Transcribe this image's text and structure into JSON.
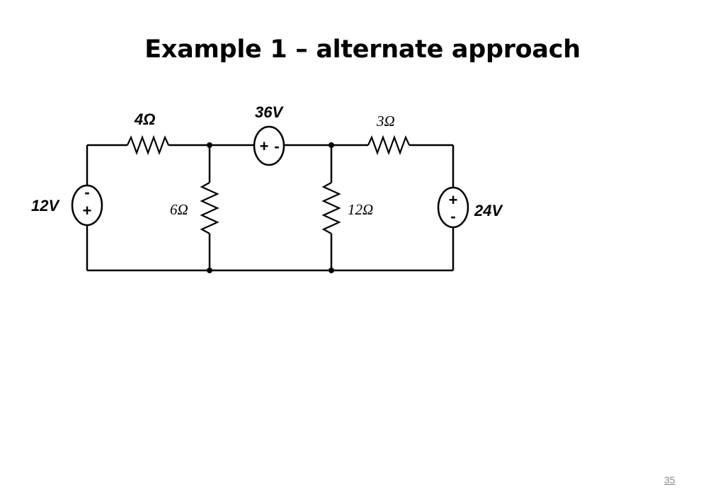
{
  "title": "Example 1 – alternate approach",
  "page_number": "35",
  "diagram": {
    "type": "circuit",
    "components": {
      "r_top_left": {
        "label": "4Ω"
      },
      "r_top_right": {
        "label": "3Ω"
      },
      "r_mid_left": {
        "label": "6Ω"
      },
      "r_mid_right": {
        "label": "12Ω"
      },
      "v_left": {
        "label": "12V",
        "top_sign": "-",
        "bottom_sign": "+"
      },
      "v_top": {
        "label": "36V",
        "left_sign": "+",
        "right_sign": "-"
      },
      "v_right": {
        "label": "24V",
        "top_sign": "+",
        "bottom_sign": "-"
      }
    }
  }
}
